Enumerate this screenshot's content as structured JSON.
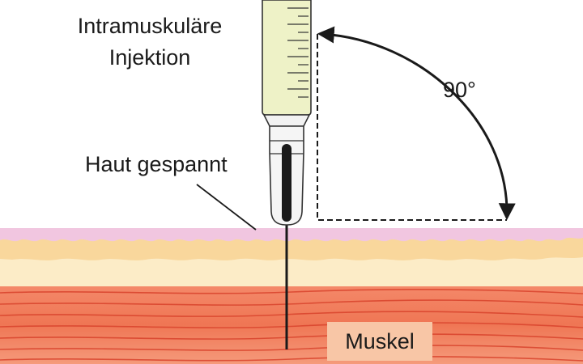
{
  "title": {
    "line1": "Intramuskuläre",
    "line2": "Injektion"
  },
  "labels": {
    "skin_taut": "Haut gespannt",
    "muscle": "Muskel",
    "angle": "90°"
  },
  "colors": {
    "skin_top": "#f1c6e0",
    "fat_layer": "#f9d79c",
    "dermis": "#fcecc7",
    "muscle": "#ef7654",
    "muscle_fibers": "#d9432c",
    "muscle_label_bg": "#f8c6a6",
    "syringe_barrel": "#eef2c7",
    "needle": "#1a1a1a"
  }
}
